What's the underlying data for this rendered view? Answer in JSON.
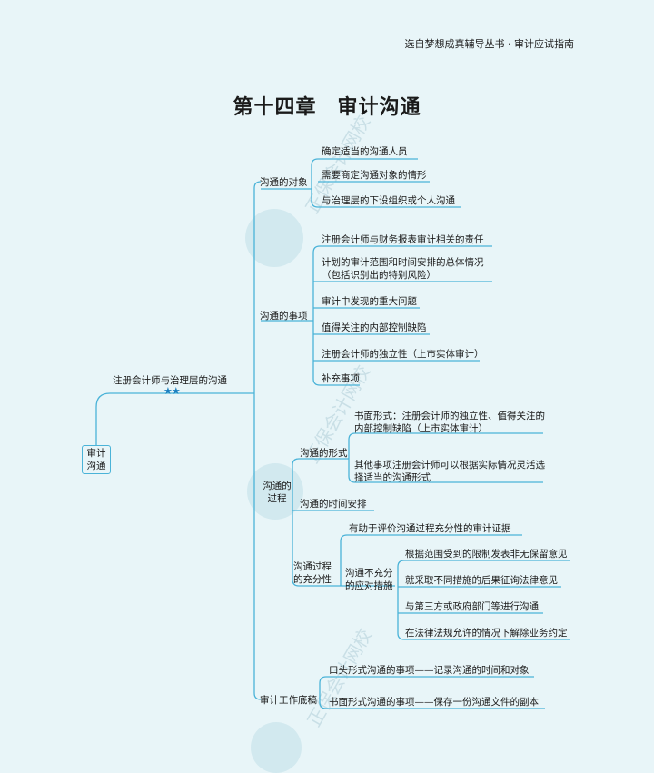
{
  "header": "选自梦想成真辅导丛书 · 审计应试指南",
  "title": "第十四章　审计沟通",
  "watermark": "正保会计网校",
  "root": "审计\n沟通",
  "main_branch": "注册会计师与治理层的沟通",
  "importance": "★★",
  "objects": {
    "label": "沟通的对象",
    "items": [
      "确定适当的沟通人员",
      "需要商定沟通对象的情形",
      "与治理层的下设组织或个人沟通"
    ]
  },
  "matters": {
    "label": "沟通的事项",
    "items": [
      "注册会计师与财务报表审计相关的责任",
      "计划的审计范围和时间安排的总体情况（包括识别出的特别风险）",
      "审计中发现的重大问题",
      "值得关注的内部控制缺陷",
      "注册会计师的独立性（上市实体审计）",
      "补充事项"
    ]
  },
  "process": {
    "label": "沟通的过程",
    "form": {
      "label": "沟通的形式",
      "items": [
        "书面形式：注册会计师的独立性、值得关注的内部控制缺陷（上市实体审计）",
        "其他事项注册会计师可以根据实际情况灵活选择适当的沟通形式"
      ]
    },
    "timing": "沟通的时间安排",
    "adequacy": {
      "label": "沟通过程的充分性",
      "evidence": "有助于评价沟通过程充分性的审计证据",
      "measures": {
        "label": "沟通不充分的应对措施",
        "items": [
          "根据范围受到的限制发表非无保留意见",
          "就采取不同措施的后果征询法律意见",
          "与第三方或政府部门等进行沟通",
          "在法律法规允许的情况下解除业务约定"
        ]
      }
    }
  },
  "workpapers": {
    "label": "审计工作底稿",
    "items": [
      "口头形式沟通的事项——记录沟通的时间和对象",
      "书面形式沟通的事项——保存一份沟通文件的副本"
    ]
  }
}
